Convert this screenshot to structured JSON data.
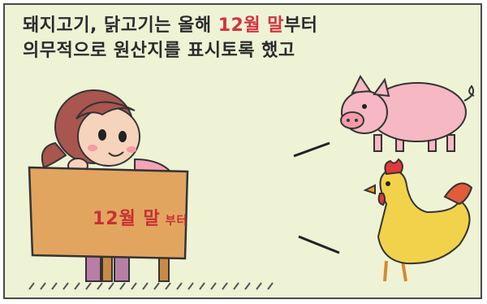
{
  "caption": {
    "line1_prefix": "돼지고기, 닭고기는 올해 ",
    "line1_hl1": "12월",
    "line1_space": " ",
    "line1_hl2": "말",
    "line1_suffix": "부터",
    "line2": "의무적으로 원산지를 표시토록 했고"
  },
  "sign": {
    "month": "12월 ",
    "end": "말",
    "from": " 부터"
  },
  "colors": {
    "background": "#eef3d6",
    "highlight": "#d8323f",
    "sign_wood": "#e2a55f",
    "pig": "#f6b8c3",
    "chicken": "#f2d24a"
  }
}
